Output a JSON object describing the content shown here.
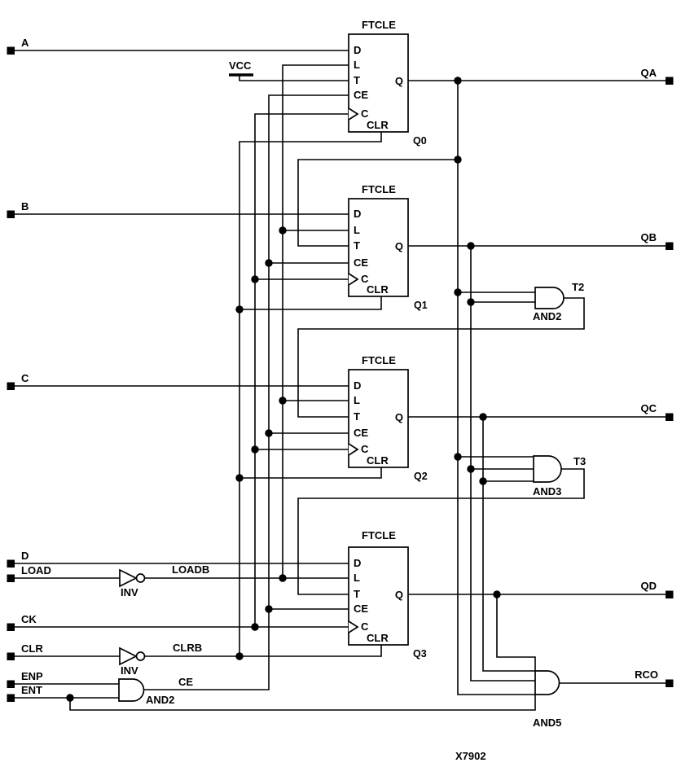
{
  "schematic": {
    "figure_id": "X7902",
    "inputs": {
      "a": "A",
      "b": "B",
      "c": "C",
      "d": "D",
      "load": "LOAD",
      "ck": "CK",
      "clr": "CLR",
      "enp": "ENP",
      "ent": "ENT"
    },
    "outputs": {
      "qa": "QA",
      "qb": "QB",
      "qc": "QC",
      "qd": "QD",
      "rco": "RCO"
    },
    "power": {
      "vcc": "VCC"
    },
    "nets": {
      "loadb": "LOADB",
      "clrb": "CLRB",
      "ce": "CE",
      "t2": "T2",
      "t3": "T3"
    },
    "symbol": {
      "type": "FTCLE",
      "ports": {
        "d": "D",
        "l": "L",
        "t": "T",
        "ce": "CE",
        "c": "C",
        "clr": "CLR",
        "q": "Q"
      }
    },
    "instances": {
      "ff0": "Q0",
      "ff1": "Q1",
      "ff2": "Q2",
      "ff3": "Q3"
    },
    "gate_labels": {
      "inv": "INV",
      "and2": "AND2",
      "and3": "AND3",
      "and5": "AND5"
    },
    "colors": {
      "line": "#000000",
      "background": "#ffffff"
    }
  }
}
